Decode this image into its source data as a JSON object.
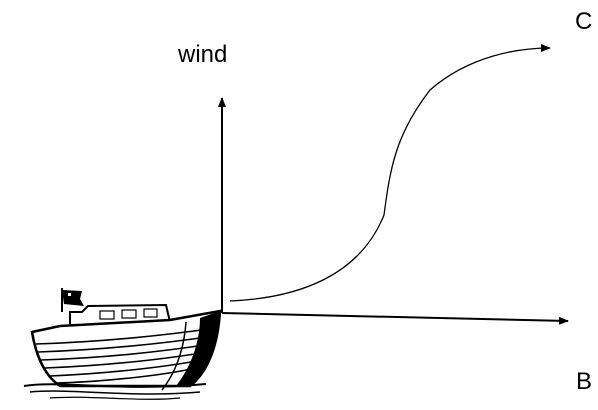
{
  "labels": {
    "wind": "wind",
    "c": "C",
    "b": "B"
  },
  "colors": {
    "ink": "#000000",
    "background": "#ffffff"
  },
  "icons": {
    "boat": "boat-icon",
    "flag": "flag-icon"
  }
}
